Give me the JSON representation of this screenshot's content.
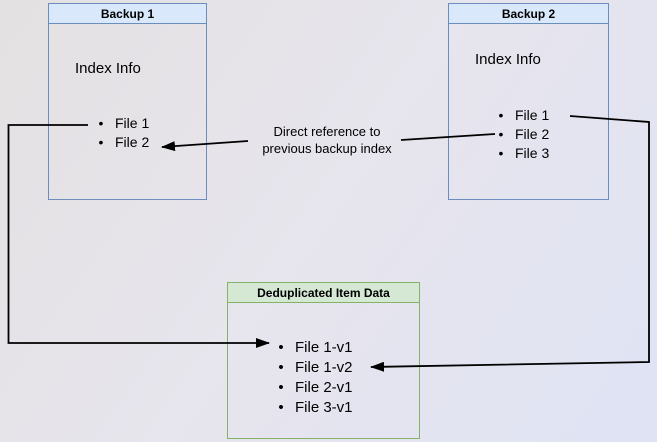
{
  "diagram": {
    "backup1": {
      "title": "Backup 1",
      "body_label": "Index Info",
      "items": [
        "File 1",
        "File 2"
      ]
    },
    "backup2": {
      "title": "Backup 2",
      "body_label": "Index Info",
      "items": [
        "File 1",
        "File 2",
        "File 3"
      ]
    },
    "dedup": {
      "title": "Deduplicated Item Data",
      "items": [
        "File 1-v1",
        "File 1-v2",
        "File 2-v1",
        "File 3-v1"
      ]
    },
    "edge_label": {
      "line1": "Direct reference to",
      "line2": "previous backup index"
    },
    "colors": {
      "blue_header_fill": "#dae8fc",
      "blue_border": "#6c8ebf",
      "green_header_fill": "#d5e8d4",
      "green_border": "#82b366",
      "arrow": "#000000",
      "background_start": "#e3e1e1",
      "background_end": "#dfe3f4"
    }
  }
}
